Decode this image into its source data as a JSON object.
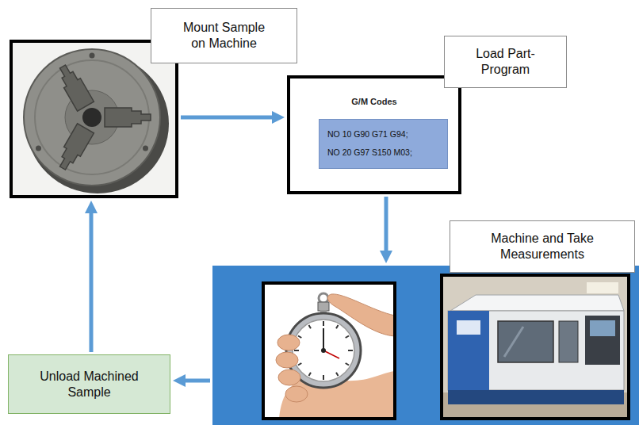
{
  "diagram": {
    "nodes": [
      {
        "text": [
          "Mount Sample on Machine"
        ]
      },
      {
        "text": [
          "Load Part-Program",
          "G/M Codes"
        ]
      },
      {
        "text": [
          "NO 10 G90 G71 G94;",
          "NO 20 G97 S150 M03;"
        ],
        "in": 1
      },
      {
        "text": [
          "Machine and Take Measurements"
        ]
      },
      {
        "text": [
          "Unload Machined Sample"
        ]
      }
    ],
    "edges": [
      {
        "from": 0,
        "to": 1,
        "arrow": "to"
      },
      {
        "from": 1,
        "to": 3,
        "arrow": "to"
      },
      {
        "from": 3,
        "to": 4,
        "arrow": "to"
      },
      {
        "from": 4,
        "to": 0,
        "arrow": "to"
      }
    ]
  }
}
